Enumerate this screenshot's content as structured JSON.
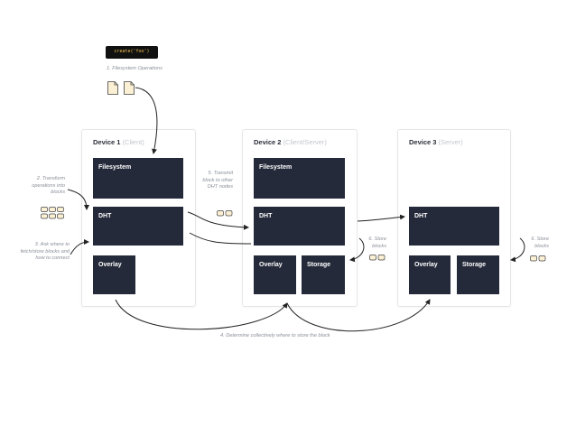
{
  "code_label": "create('foo')",
  "steps": {
    "s1": "1. Filesystem Operations",
    "s2": "2. Transform operations into blocks",
    "s3": "3. Ask where to fetch/store blocks and how to connect",
    "s4": "4. Determine collectively where to store the block",
    "s5": "5. Transmit block to other DHT nodes",
    "s6a": "6. Store blocks",
    "s6b": "6. Store blocks"
  },
  "devices": [
    {
      "name": "Device 1",
      "role": "(Client)",
      "modules": {
        "filesystem": "Filesystem",
        "dht": "DHT",
        "overlay": "Overlay"
      }
    },
    {
      "name": "Device 2",
      "role": "(Client/Server)",
      "modules": {
        "filesystem": "Filesystem",
        "dht": "DHT",
        "overlay": "Overlay",
        "storage": "Storage"
      }
    },
    {
      "name": "Device 3",
      "role": "(Server)",
      "modules": {
        "dht": "DHT",
        "overlay": "Overlay",
        "storage": "Storage"
      }
    }
  ],
  "colors": {
    "module_fill": "#252a3a",
    "accent_code": "#f2c14e",
    "note_text": "#8a8f99",
    "file_fill": "#fbf0d4"
  },
  "icons": [
    "code-snippet-icon",
    "document-icon",
    "block-icon"
  ]
}
